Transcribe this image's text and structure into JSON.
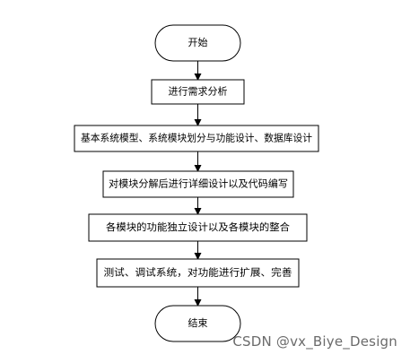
{
  "flowchart": {
    "start": "开始",
    "steps": [
      "进行需求分析",
      "基本系统模型、系统模块划分与功能设计、数据库设计",
      "对模块分解后进行详细设计以及代码编写",
      "各模块的功能独立设计以及各模块的整合",
      "测试、调试系统，对功能进行扩展、完善"
    ],
    "end": "结束"
  },
  "watermark": "CSDN @vx_Biye_Design",
  "colors": {
    "stroke": "#000000",
    "fill": "#ffffff",
    "watermark": "#6b6b6b"
  }
}
